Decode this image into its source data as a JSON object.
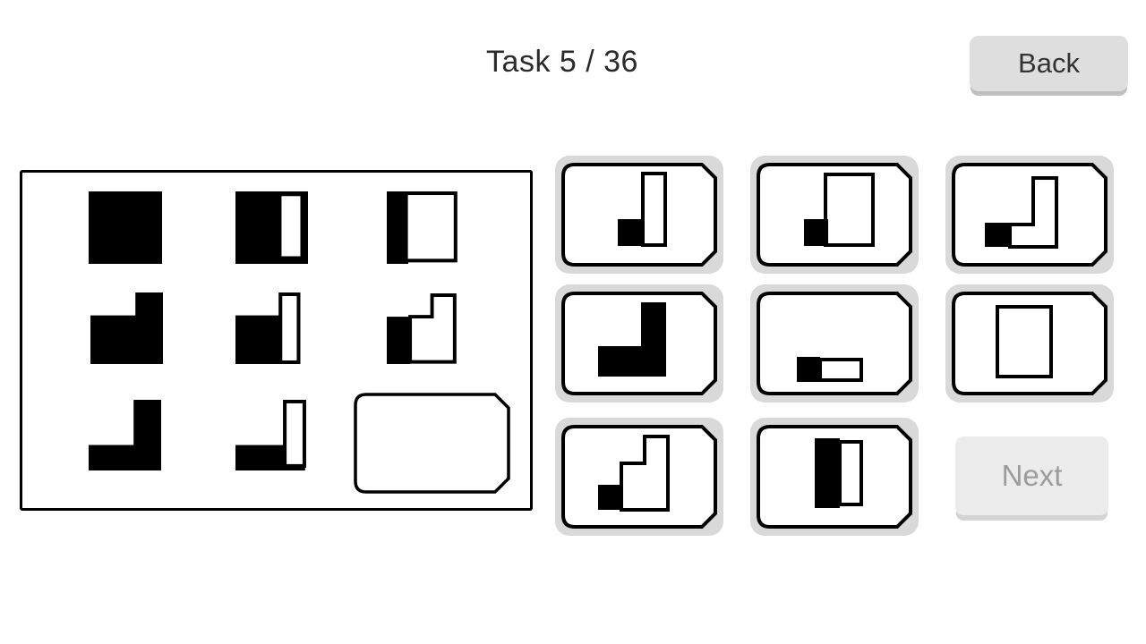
{
  "header": {
    "title": "Task 5 / 36",
    "back_label": "Back"
  },
  "task": {
    "current": 5,
    "total": 36
  },
  "matrix": {
    "cells": [
      {
        "name": "cell-1-1",
        "shape": "solid-black-square",
        "shape_ref": "#shape-solid-square"
      },
      {
        "name": "cell-1-2",
        "shape": "square-with-white-right-strip",
        "shape_ref": "#shape-square-right-white"
      },
      {
        "name": "cell-1-3",
        "shape": "square-mostly-white-left-black",
        "shape_ref": "#shape-square-left-black"
      },
      {
        "name": "cell-2-1",
        "shape": "solid-black-step",
        "shape_ref": "#shape-step-black"
      },
      {
        "name": "cell-2-2",
        "shape": "step-with-white-column",
        "shape_ref": "#shape-step-mid"
      },
      {
        "name": "cell-2-3",
        "shape": "step-mostly-white-left-black",
        "shape_ref": "#shape-step-white"
      },
      {
        "name": "cell-3-1",
        "shape": "solid-black-l",
        "shape_ref": "#shape-l-black"
      },
      {
        "name": "cell-3-2",
        "shape": "l-with-white-column",
        "shape_ref": "#shape-l-mid"
      },
      {
        "name": "cell-3-3",
        "shape": "empty-answer-slot",
        "shape_ref": ""
      }
    ]
  },
  "options": [
    {
      "id": 1,
      "name": "option-1",
      "shape": "black-square-with-tall-white-column",
      "shape_ref": "#opt-shape-1"
    },
    {
      "id": 2,
      "name": "option-2",
      "shape": "black-square-with-large-white-rect",
      "shape_ref": "#opt-shape-2"
    },
    {
      "id": 3,
      "name": "option-3",
      "shape": "black-square-with-white-l",
      "shape_ref": "#opt-shape-3"
    },
    {
      "id": 4,
      "name": "option-4",
      "shape": "solid-black-l",
      "shape_ref": "#opt-shape-4"
    },
    {
      "id": 5,
      "name": "option-5",
      "shape": "black-square-with-white-horizontal-bar",
      "shape_ref": "#opt-shape-5"
    },
    {
      "id": 6,
      "name": "option-6",
      "shape": "white-square-outline",
      "shape_ref": "#opt-shape-6"
    },
    {
      "id": 7,
      "name": "option-7",
      "shape": "black-square-with-white-staircase",
      "shape_ref": "#opt-shape-7"
    },
    {
      "id": 8,
      "name": "option-8",
      "shape": "half-black-half-white-vertical-rect",
      "shape_ref": "#opt-shape-8"
    }
  ],
  "next_label": "Next",
  "colors": {
    "page_bg": "#ffffff",
    "title_text": "#2b2b2b",
    "card_bg": "#d9d9d9",
    "outline_black": "#000000",
    "back_button_bg": "#dedede",
    "back_button_text": "#333333",
    "next_button_bg": "#ebebeb",
    "next_button_text": "#9c9c9c"
  }
}
